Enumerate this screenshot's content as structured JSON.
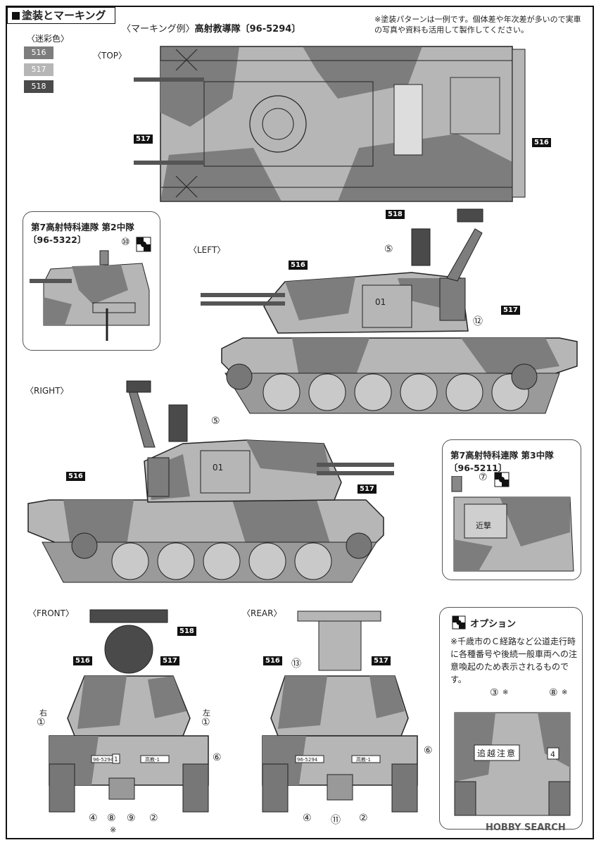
{
  "header": {
    "section_title": "塗装とマーキング",
    "marking_example_prefix": "〈マーキング例〉",
    "marking_example_name": "高射教導隊〔96-5294〕",
    "note": "※塗装パターンは一例です。個体差や年次差が多いので実車の写真や資料も活用して製作してください。"
  },
  "legend": {
    "title": "〈迷彩色〉",
    "colors": [
      {
        "code": "516",
        "hex": "#7d7d7d"
      },
      {
        "code": "517",
        "hex": "#b6b6b6"
      },
      {
        "code": "518",
        "hex": "#4a4a4a"
      }
    ]
  },
  "views": {
    "top": {
      "label": "〈TOP〉",
      "callouts": [
        "517",
        "516"
      ]
    },
    "left": {
      "label": "〈LEFT〉",
      "callouts": [
        "518",
        "516",
        "517"
      ],
      "numbers": [
        "⑤",
        "⑫"
      ],
      "turret_number": "01"
    },
    "right": {
      "label": "〈RIGHT〉",
      "callouts": [
        "516",
        "517"
      ],
      "numbers": [
        "⑤"
      ],
      "turret_number": "01"
    },
    "front": {
      "label": "〈FRONT〉",
      "callouts": [
        "518",
        "516",
        "517"
      ],
      "side_labels": [
        "右",
        "左"
      ],
      "numbers": [
        "①",
        "①",
        "⑥",
        "④",
        "⑧",
        "⑨",
        "②"
      ],
      "note_mark": "※",
      "plate_left": "96-5294",
      "plate_mid": "1",
      "plate_right": "高教-1"
    },
    "rear": {
      "label": "〈REAR〉",
      "callouts": [
        "516",
        "517"
      ],
      "numbers": [
        "⑬",
        "⑥",
        "④",
        "⑪",
        "②"
      ],
      "plate_left": "96-5294",
      "plate_right": "高教-1"
    }
  },
  "insets": {
    "second_company": {
      "title": "第7高射特科連隊 第2中隊",
      "code": "〔96-5322〕",
      "number": "⑩"
    },
    "third_company": {
      "title": "第7高射特科連隊 第3中隊",
      "code": "〔96-5211〕",
      "number": "⑦",
      "plate_text": "近撃"
    },
    "option": {
      "title": "オプション",
      "text": "※千歳市のＣ経路など公道走行時に各種番号や後続一般車両への注意喚起のため表示されるものです。",
      "numbers": [
        "③",
        "⑧"
      ],
      "note_mark": "※",
      "sign_text": "追越注意",
      "small_plate": "4"
    }
  },
  "watermark": "HOBBY SEARCH",
  "colors": {
    "dark": "#4a4a4a",
    "mid": "#7d7d7d",
    "light": "#b6b6b6",
    "line": "#222222"
  }
}
